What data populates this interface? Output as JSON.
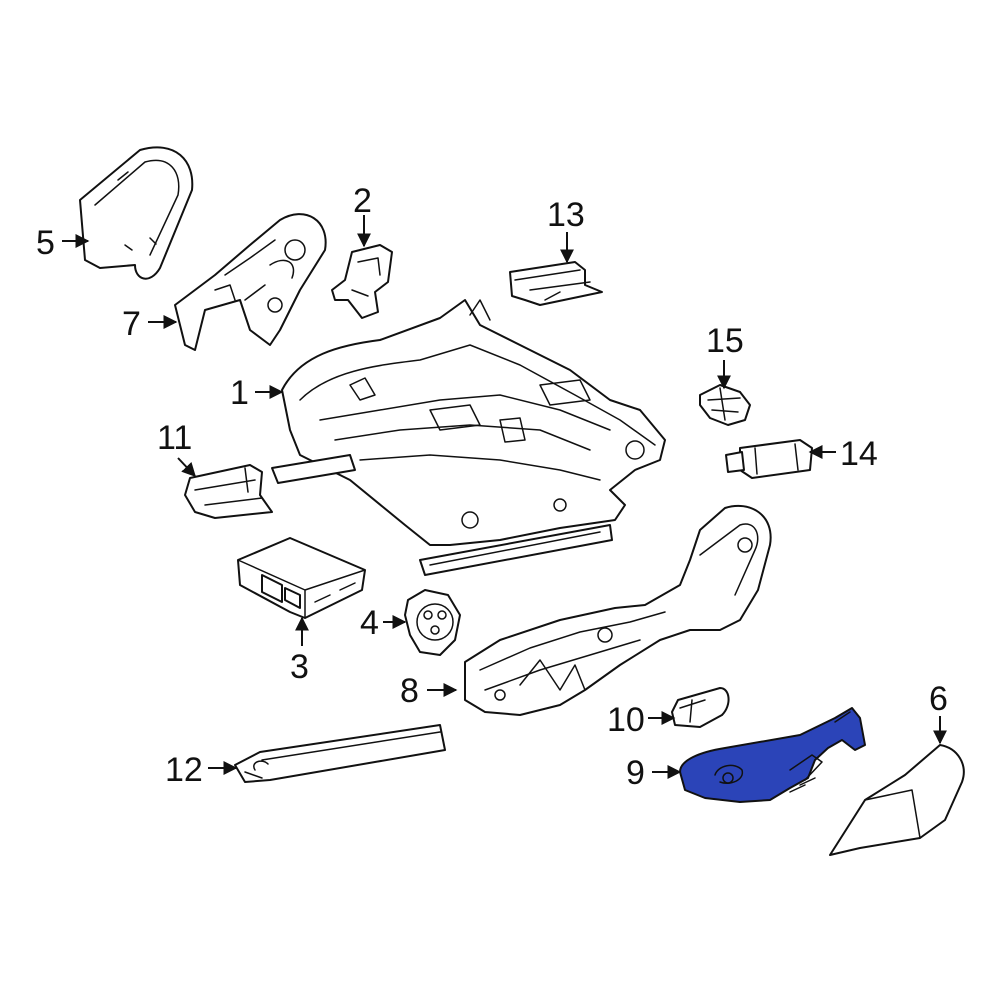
{
  "diagram": {
    "highlight_color": "#2b44b8",
    "line_color": "#111111",
    "background_color": "#ffffff",
    "highlighted_part": "9",
    "callouts": {
      "c1": "1",
      "c2": "2",
      "c3": "3",
      "c4": "4",
      "c5": "5",
      "c6": "6",
      "c7": "7",
      "c8": "8",
      "c9": "9",
      "c10": "10",
      "c11": "11",
      "c12": "12",
      "c13": "13",
      "c14": "14",
      "c15": "15"
    }
  }
}
